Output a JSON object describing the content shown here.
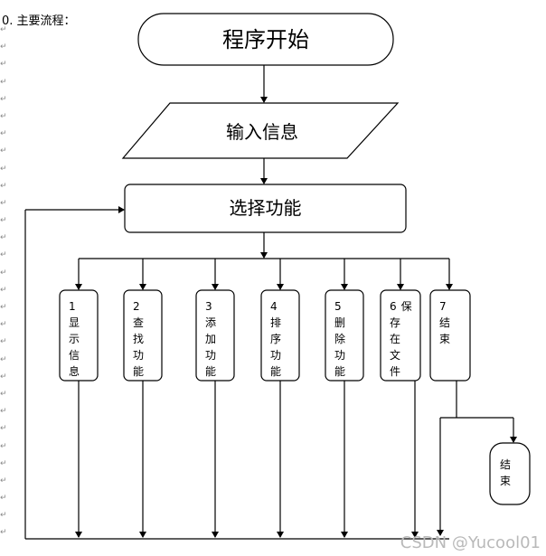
{
  "header": "0. 主要流程：",
  "nodes": {
    "start": "程序开始",
    "input": "输入信息",
    "select": "选择功能"
  },
  "options": [
    {
      "num": "1",
      "lines": [
        "显",
        "示",
        "信",
        "息"
      ]
    },
    {
      "num": "2",
      "lines": [
        "查",
        "找",
        "功",
        "能"
      ]
    },
    {
      "num": "3",
      "lines": [
        "添",
        "加",
        "功",
        "能"
      ]
    },
    {
      "num": "4",
      "lines": [
        "排",
        "序",
        "功",
        "能"
      ]
    },
    {
      "num": "5",
      "lines": [
        "删",
        "除",
        "功",
        "能"
      ]
    },
    {
      "num": "6",
      "lines": [
        "保",
        "存",
        "在",
        "文",
        "件"
      ]
    },
    {
      "num": "7",
      "lines": [
        "结",
        "束"
      ]
    }
  ],
  "end": [
    "结",
    "束"
  ],
  "watermark": "CSDN @Yucool01"
}
